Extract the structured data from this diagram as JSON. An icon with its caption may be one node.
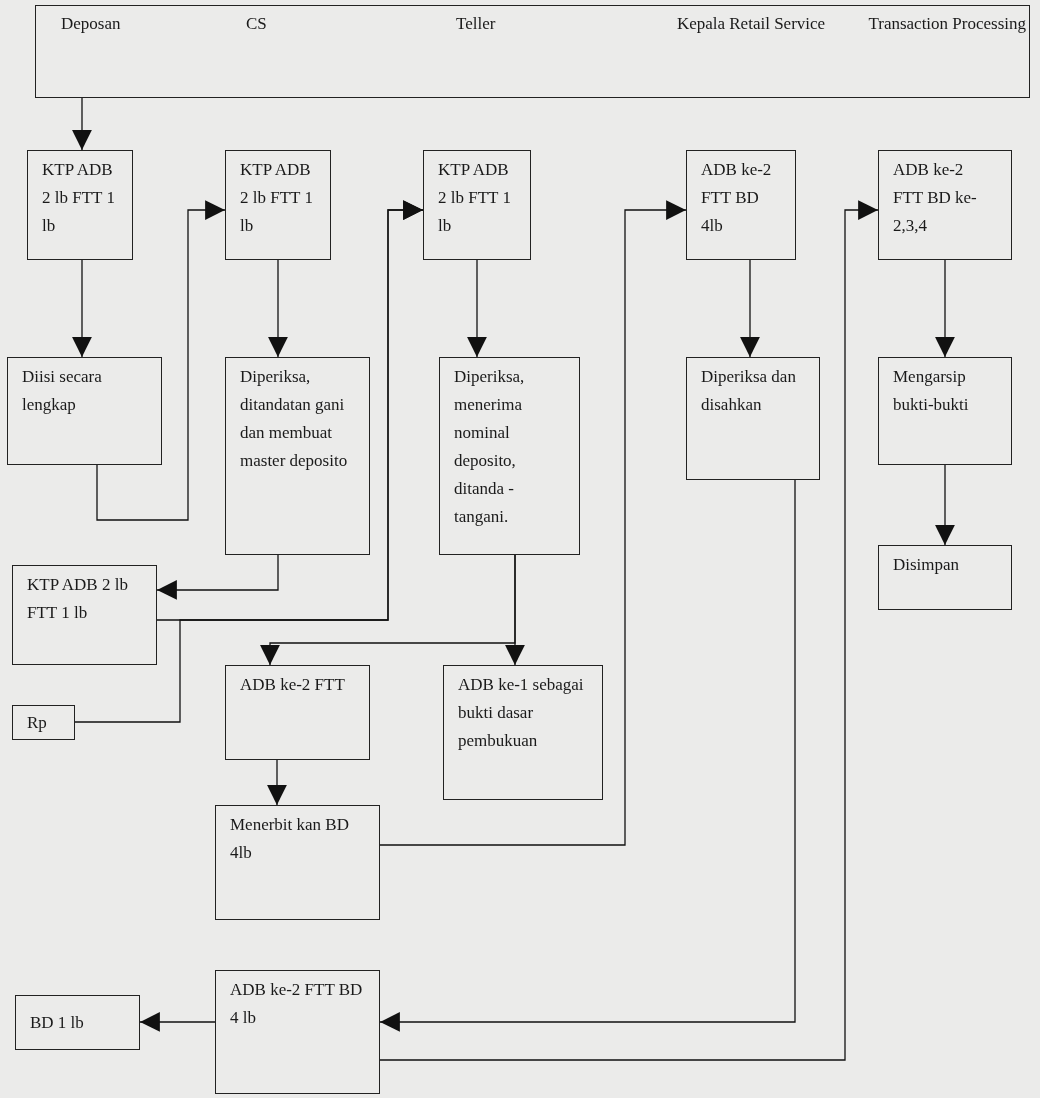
{
  "diagram": {
    "nodes": [
      {
        "text": [
          "Deposan",
          "CS",
          "Teller",
          "Kepala Retail Service",
          "Transaction Processing"
        ]
      },
      {
        "text": [
          "KTP ADB 2 lb FTT 1 lb"
        ]
      },
      {
        "text": [
          "KTP ADB 2 lb FTT 1 lb"
        ]
      },
      {
        "text": [
          "KTP ADB 2 lb FTT 1 lb"
        ]
      },
      {
        "text": [
          "ADB ke-2 FTT BD 4lb"
        ]
      },
      {
        "text": [
          "ADB ke-2 FTT BD ke-2,3,4"
        ]
      },
      {
        "text": [
          "Diisi secara lengkap"
        ]
      },
      {
        "text": [
          "Diperiksa, ditandatan gani dan membuat master deposito"
        ]
      },
      {
        "text": [
          "Diperiksa, menerima nominal deposito, ditanda - tangani."
        ]
      },
      {
        "text": [
          "Diperiksa dan disahkan"
        ]
      },
      {
        "text": [
          "Mengarsip bukti-bukti"
        ]
      },
      {
        "text": [
          "Disimpan"
        ]
      },
      {
        "text": [
          "KTP ADB 2 lb FTT 1 lb"
        ]
      },
      {
        "text": [
          "Rp"
        ]
      },
      {
        "text": [
          "ADB ke-2 FTT"
        ]
      },
      {
        "text": [
          "ADB ke-1 sebagai bukti dasar pembukuan"
        ]
      },
      {
        "text": [
          "Menerbit kan BD 4lb"
        ]
      },
      {
        "text": [
          "BD 1 lb"
        ]
      },
      {
        "text": [
          "ADB ke-2 FTT BD 4 lb"
        ]
      }
    ],
    "edges": [
      {
        "from": 0,
        "to": 1,
        "arrow": "to"
      },
      {
        "from": 1,
        "to": 6,
        "arrow": "to"
      },
      {
        "from": 6,
        "to": 2,
        "arrow": "to"
      },
      {
        "from": 2,
        "to": 7,
        "arrow": "to"
      },
      {
        "from": 7,
        "to": 12,
        "arrow": "to"
      },
      {
        "from": 12,
        "to": 3,
        "arrow": "to"
      },
      {
        "from": 13,
        "to": 3,
        "arrow": "to"
      },
      {
        "from": 3,
        "to": 8,
        "arrow": "to"
      },
      {
        "from": 8,
        "to": 14,
        "arrow": "to"
      },
      {
        "from": 8,
        "to": 15,
        "arrow": "to"
      },
      {
        "from": 14,
        "to": 16,
        "arrow": "to"
      },
      {
        "from": 16,
        "to": 4,
        "arrow": "to"
      },
      {
        "from": 4,
        "to": 9,
        "arrow": "to"
      },
      {
        "from": 9,
        "to": 18,
        "arrow": "to"
      },
      {
        "from": 18,
        "to": 17,
        "arrow": "to"
      },
      {
        "from": 18,
        "to": 5,
        "arrow": "to"
      },
      {
        "from": 5,
        "to": 10,
        "arrow": "to"
      },
      {
        "from": 10,
        "to": 11,
        "arrow": "to"
      }
    ]
  }
}
